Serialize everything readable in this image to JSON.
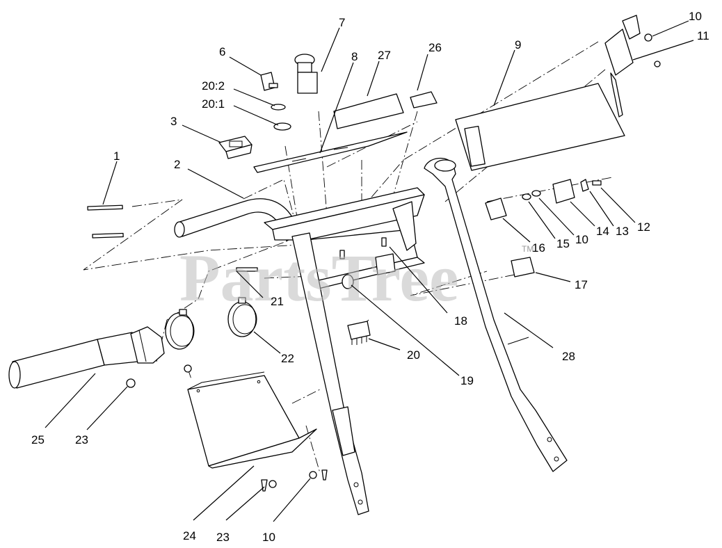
{
  "watermark": {
    "text": "PartsTree",
    "tm": "TM"
  },
  "callouts": [
    {
      "id": "c1",
      "text": "1"
    },
    {
      "id": "c2",
      "text": "2"
    },
    {
      "id": "c3",
      "text": "3"
    },
    {
      "id": "c6",
      "text": "6"
    },
    {
      "id": "c7",
      "text": "7"
    },
    {
      "id": "c8",
      "text": "8"
    },
    {
      "id": "c9",
      "text": "9"
    },
    {
      "id": "c10a",
      "text": "10"
    },
    {
      "id": "c11",
      "text": "11"
    },
    {
      "id": "c12",
      "text": "12"
    },
    {
      "id": "c13",
      "text": "13"
    },
    {
      "id": "c14",
      "text": "14"
    },
    {
      "id": "c10b",
      "text": "10"
    },
    {
      "id": "c15",
      "text": "15"
    },
    {
      "id": "c16",
      "text": "16"
    },
    {
      "id": "c17",
      "text": "17"
    },
    {
      "id": "c18",
      "text": "18"
    },
    {
      "id": "c19",
      "text": "19"
    },
    {
      "id": "c20",
      "text": "20"
    },
    {
      "id": "c20_1",
      "text": "20:1"
    },
    {
      "id": "c20_2",
      "text": "20:2"
    },
    {
      "id": "c21",
      "text": "21"
    },
    {
      "id": "c22",
      "text": "22"
    },
    {
      "id": "c23a",
      "text": "23"
    },
    {
      "id": "c23b",
      "text": "23"
    },
    {
      "id": "c24",
      "text": "24"
    },
    {
      "id": "c25",
      "text": "25"
    },
    {
      "id": "c26",
      "text": "26"
    },
    {
      "id": "c27",
      "text": "27"
    },
    {
      "id": "c28",
      "text": "28"
    },
    {
      "id": "c10c",
      "text": "10"
    }
  ]
}
